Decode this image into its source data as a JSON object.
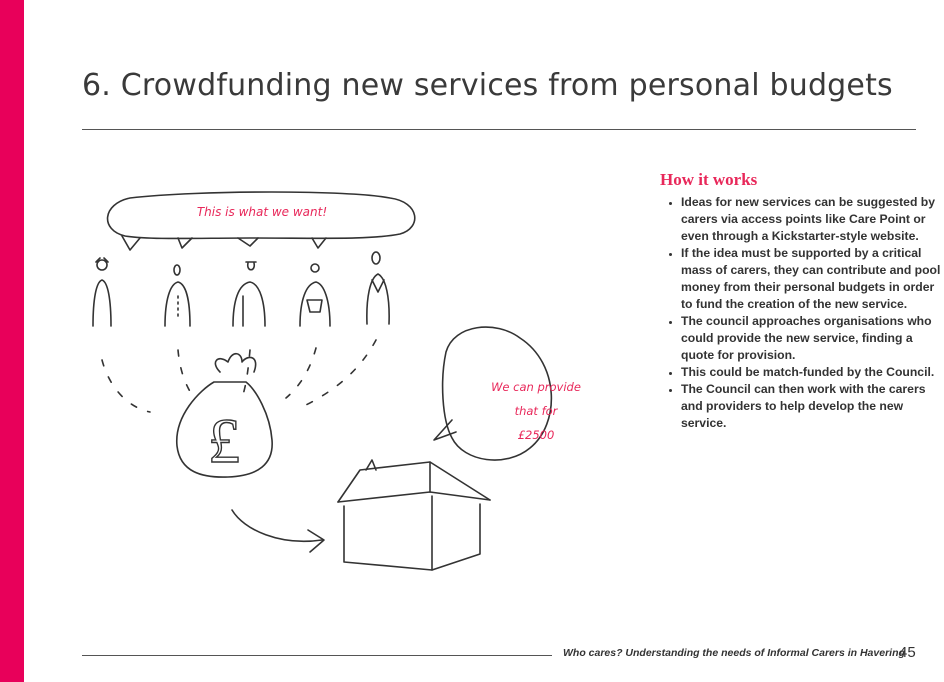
{
  "page": {
    "title": "6.  Crowdfunding new services from personal budgets",
    "accent_color": "#e8005a"
  },
  "illustration": {
    "speech_bubble_text": "This is what we want!",
    "provider_bubble_lines": [
      "We can provide",
      "that for",
      "£2500"
    ],
    "money_bag_symbol": "£"
  },
  "how_it_works": {
    "heading": "How it works",
    "heading_color": "#e8285a",
    "bullets": [
      "Ideas for new services can be suggested by carers via access points like Care Point or even through a Kickstarter-style website.",
      "If the idea must be supported by a critical mass of carers, they can contribute and pool money from their personal budgets in order to fund the creation of the new service.",
      "The council approaches organisations who could provide the new service, finding a quote for provision.",
      "This could be match-funded by the Council.",
      "The Council can then work with the carers and providers to help develop the new service."
    ]
  },
  "footer": {
    "text": "Who cares? Understanding the needs of Informal Carers in Havering",
    "page_number": "45"
  }
}
